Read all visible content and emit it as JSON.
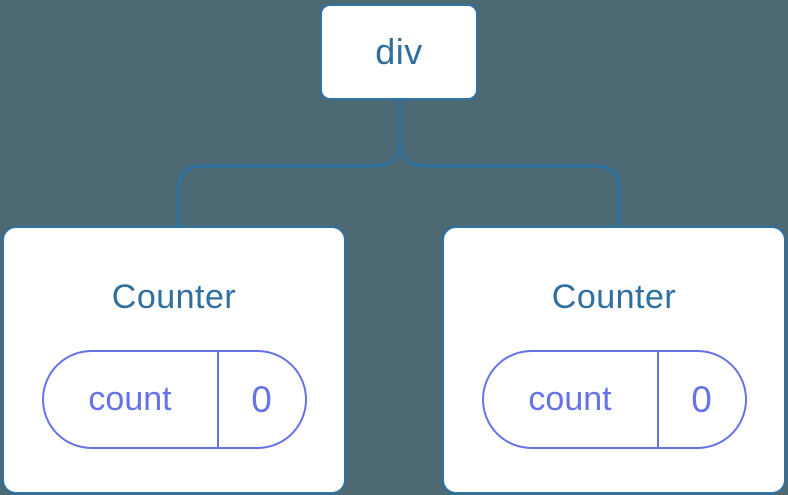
{
  "diagram": {
    "description": "React component tree diagram: a div parent node with two Counter component children, each holding a count state of 0",
    "root": {
      "label": "div"
    },
    "children": [
      {
        "title": "Counter",
        "state": {
          "key": "count",
          "value": "0"
        }
      },
      {
        "title": "Counter",
        "state": {
          "key": "count",
          "value": "0"
        }
      }
    ],
    "colors": {
      "background": "#4d6974",
      "connector_line": "#2e72a2",
      "node_border": "#2e72a2",
      "node_background": "#ffffff",
      "node_text": "#2f6f9d",
      "state_pill": "#6673e6"
    }
  }
}
